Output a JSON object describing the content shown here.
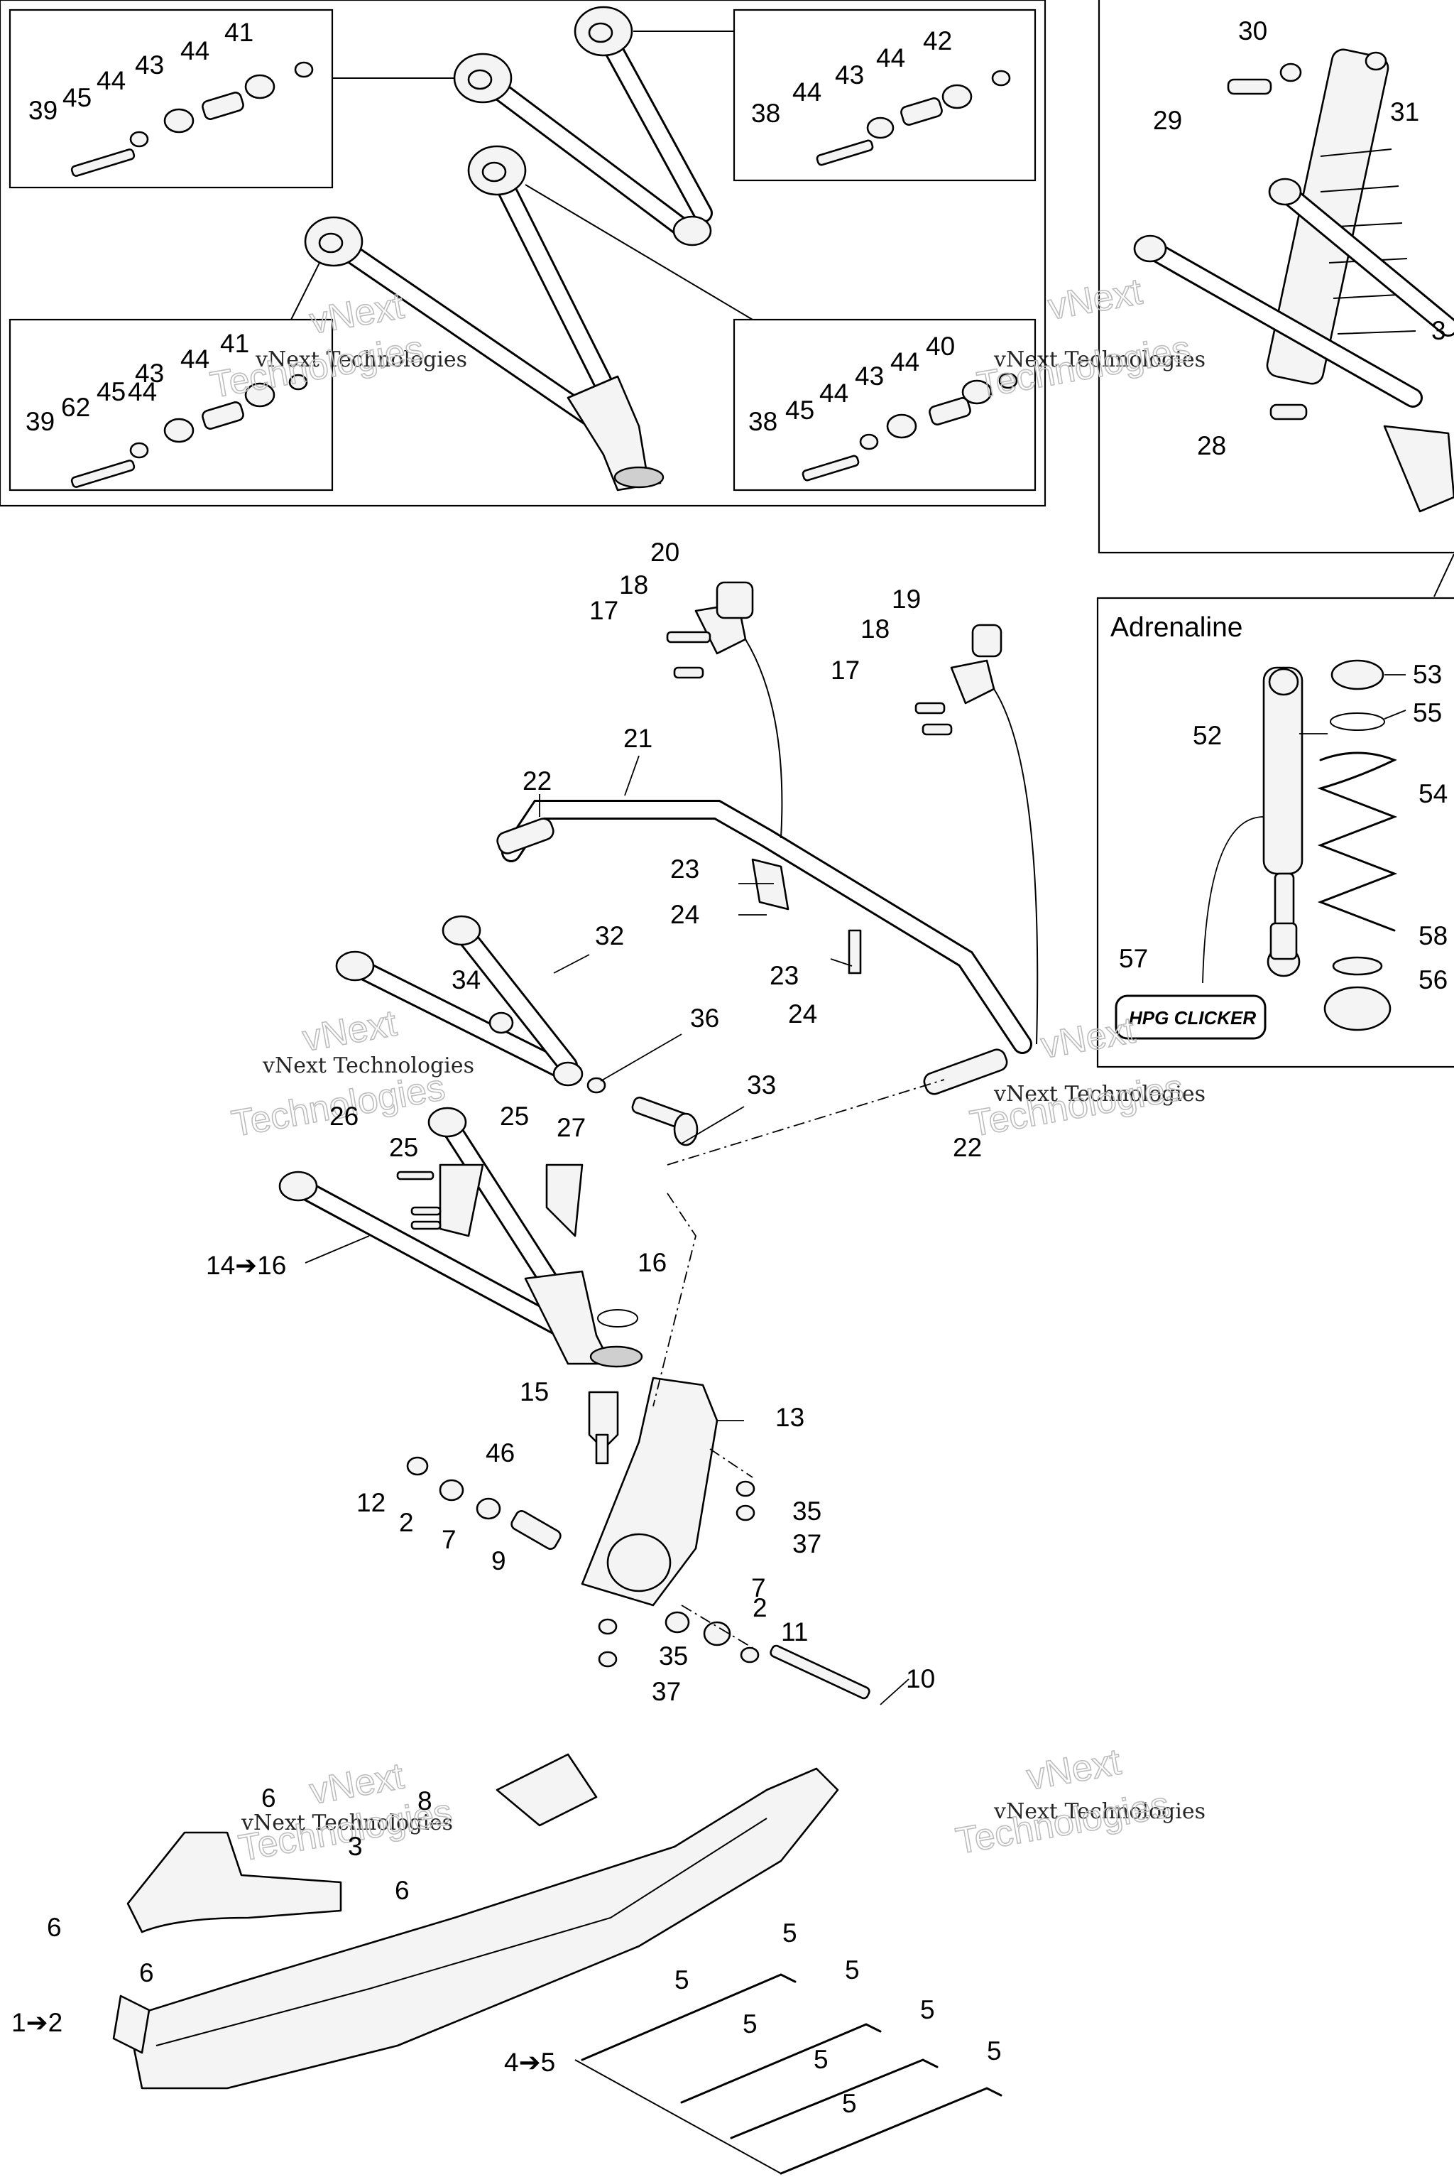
{
  "diagram": {
    "labels": [
      {
        "id": "l41a",
        "text": "41"
      },
      {
        "id": "l44a",
        "text": "44"
      },
      {
        "id": "l43a",
        "text": "43"
      },
      {
        "id": "l44b",
        "text": "44"
      },
      {
        "id": "l45a",
        "text": "45"
      },
      {
        "id": "l39a",
        "text": "39"
      },
      {
        "id": "l42",
        "text": "42"
      },
      {
        "id": "l44c",
        "text": "44"
      },
      {
        "id": "l43b",
        "text": "43"
      },
      {
        "id": "l44d",
        "text": "44"
      },
      {
        "id": "l38a",
        "text": "38"
      },
      {
        "id": "l30",
        "text": "30"
      },
      {
        "id": "l29",
        "text": "29"
      },
      {
        "id": "l31",
        "text": "31"
      },
      {
        "id": "l3x",
        "text": "3"
      },
      {
        "id": "l28",
        "text": "28"
      },
      {
        "id": "l41b",
        "text": "41"
      },
      {
        "id": "l44e",
        "text": "44"
      },
      {
        "id": "l43c",
        "text": "43"
      },
      {
        "id": "l45b",
        "text": "45"
      },
      {
        "id": "l44f",
        "text": "44"
      },
      {
        "id": "l62",
        "text": "62"
      },
      {
        "id": "l39b",
        "text": "39"
      },
      {
        "id": "l40",
        "text": "40"
      },
      {
        "id": "l44g",
        "text": "44"
      },
      {
        "id": "l43d",
        "text": "43"
      },
      {
        "id": "l44h",
        "text": "44"
      },
      {
        "id": "l45c",
        "text": "45"
      },
      {
        "id": "l38b",
        "text": "38"
      },
      {
        "id": "l20",
        "text": "20"
      },
      {
        "id": "l18a",
        "text": "18"
      },
      {
        "id": "l17a",
        "text": "17"
      },
      {
        "id": "l19",
        "text": "19"
      },
      {
        "id": "l18b",
        "text": "18"
      },
      {
        "id": "l17b",
        "text": "17"
      },
      {
        "id": "l21",
        "text": "21"
      },
      {
        "id": "l22a",
        "text": "22"
      },
      {
        "id": "l23a",
        "text": "23"
      },
      {
        "id": "l24a",
        "text": "24"
      },
      {
        "id": "l23b",
        "text": "23"
      },
      {
        "id": "l24b",
        "text": "24"
      },
      {
        "id": "l32",
        "text": "32"
      },
      {
        "id": "l34",
        "text": "34"
      },
      {
        "id": "l36",
        "text": "36"
      },
      {
        "id": "l33",
        "text": "33"
      },
      {
        "id": "l22b",
        "text": "22"
      },
      {
        "id": "l26",
        "text": "26"
      },
      {
        "id": "l25a",
        "text": "25"
      },
      {
        "id": "l25b",
        "text": "25"
      },
      {
        "id": "l27",
        "text": "27"
      },
      {
        "id": "l14",
        "text": "14➔16"
      },
      {
        "id": "l16",
        "text": "16"
      },
      {
        "id": "l15",
        "text": "15"
      },
      {
        "id": "l13",
        "text": "13"
      },
      {
        "id": "l46",
        "text": "46"
      },
      {
        "id": "l12",
        "text": "12"
      },
      {
        "id": "l2a",
        "text": "2"
      },
      {
        "id": "l7a",
        "text": "7"
      },
      {
        "id": "l9",
        "text": "9"
      },
      {
        "id": "l35a",
        "text": "35"
      },
      {
        "id": "l37a",
        "text": "37"
      },
      {
        "id": "l7b",
        "text": "7"
      },
      {
        "id": "l2b",
        "text": "2"
      },
      {
        "id": "l11",
        "text": "11"
      },
      {
        "id": "l35b",
        "text": "35"
      },
      {
        "id": "l10",
        "text": "10"
      },
      {
        "id": "l37b",
        "text": "37"
      },
      {
        "id": "l8",
        "text": "8"
      },
      {
        "id": "l6a",
        "text": "6"
      },
      {
        "id": "l3",
        "text": "3"
      },
      {
        "id": "l6b",
        "text": "6"
      },
      {
        "id": "l6c",
        "text": "6"
      },
      {
        "id": "l6d",
        "text": "6"
      },
      {
        "id": "l1",
        "text": "1➔2"
      },
      {
        "id": "l5a",
        "text": "5"
      },
      {
        "id": "l5b",
        "text": "5"
      },
      {
        "id": "l5c",
        "text": "5"
      },
      {
        "id": "l5d",
        "text": "5"
      },
      {
        "id": "l5e",
        "text": "5"
      },
      {
        "id": "l5f",
        "text": "5"
      },
      {
        "id": "l5g",
        "text": "5"
      },
      {
        "id": "l5h",
        "text": "5"
      },
      {
        "id": "l4",
        "text": "4➔5"
      },
      {
        "id": "l52",
        "text": "52"
      },
      {
        "id": "l53",
        "text": "53"
      },
      {
        "id": "l55",
        "text": "55"
      },
      {
        "id": "l54",
        "text": "54"
      },
      {
        "id": "l58",
        "text": "58"
      },
      {
        "id": "l56",
        "text": "56"
      },
      {
        "id": "l57",
        "text": "57"
      }
    ],
    "inset_title": "Adrenaline",
    "logo_text": "HPG CLICKER",
    "watermark_small": "vNext Technologies",
    "watermark_large": "Technologies",
    "watermark_large2": "vNext"
  }
}
